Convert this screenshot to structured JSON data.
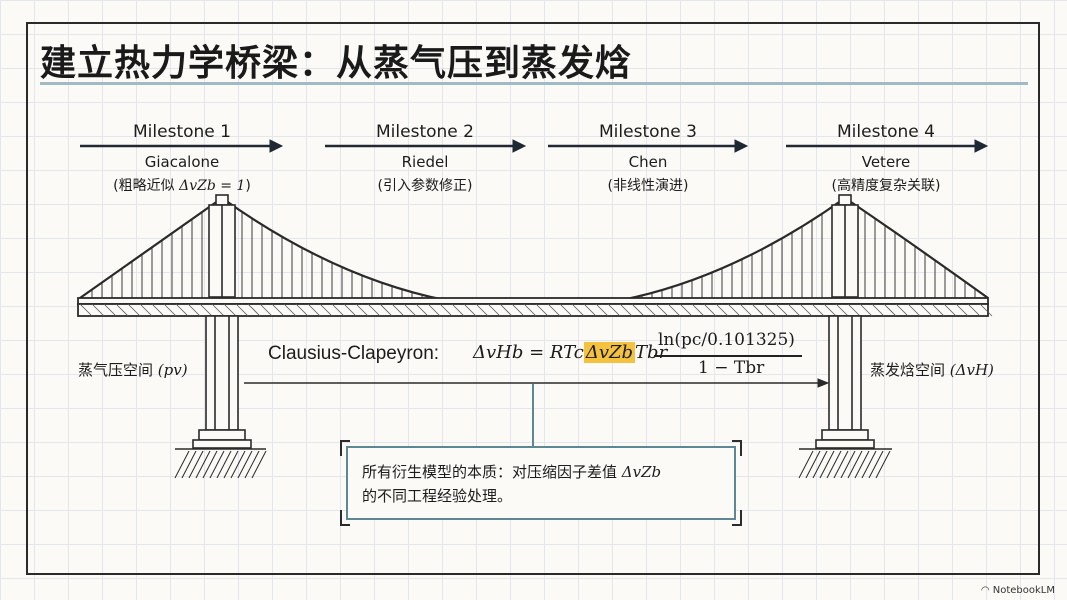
{
  "title": "建立热力学桥梁：从蒸气压到蒸发焓",
  "milestones": [
    {
      "label": "Milestone 1",
      "name": "Giacalone",
      "note_pre": "(粗略近似 ",
      "note_math": "ΔvZb = 1",
      "note_post": ")"
    },
    {
      "label": "Milestone 2",
      "name": "Riedel",
      "note": "(引入参数修正)"
    },
    {
      "label": "Milestone 3",
      "name": "Chen",
      "note": "(非线性演进)"
    },
    {
      "label": "Milestone 4",
      "name": "Vetere",
      "note": "(高精度复杂关联)"
    }
  ],
  "left_space": {
    "text": "蒸气压空间 ",
    "math": "(pv)"
  },
  "right_space": {
    "text": "蒸发焓空间 ",
    "math": "(ΔvH)"
  },
  "equation": {
    "lead": "Clausius-Clapeyron: ",
    "lhs": "ΔvHb = RTc",
    "highlight": "ΔvZb",
    "after": "Tbr",
    "numerator": "ln(pc/0.101325)",
    "denominator": "1 − Tbr"
  },
  "note": {
    "line1": "所有衍生模型的本质：对压缩因子差值 ",
    "line1_math": "ΔvZb",
    "line2": "的不同工程经验处理。"
  },
  "brand": "NotebookLM",
  "colors": {
    "highlight": "#f4c23e",
    "accent_rule": "#9fbbc4",
    "box_border": "#5e8794"
  }
}
